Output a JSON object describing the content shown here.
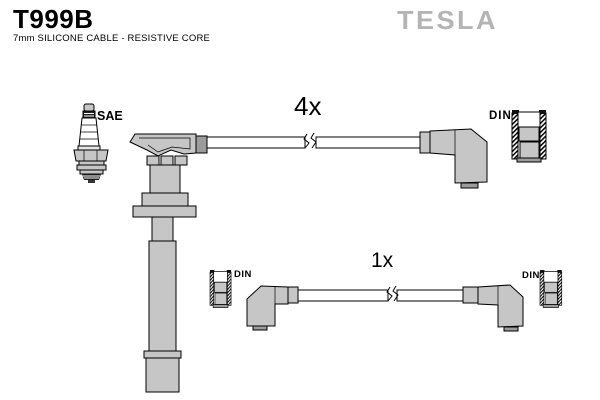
{
  "header": {
    "part_number": "T999B",
    "subtitle": "7mm SILICONE CABLE - RESISTIVE CORE",
    "brand": "TESLA"
  },
  "diagram": {
    "spark_plug_terminal_label": "SAE",
    "top_cable": {
      "quantity": "4x",
      "right_connector_label": "DIN"
    },
    "bottom_cable": {
      "quantity": "1x",
      "left_connector_label": "DIN",
      "right_connector_label": "DIN"
    }
  },
  "colors": {
    "background": "#ffffff",
    "outline": "#000000",
    "metal": "#c6c6c6",
    "metal_dark": "#9c9c9c",
    "brand_gray": "#b4b4b4"
  }
}
